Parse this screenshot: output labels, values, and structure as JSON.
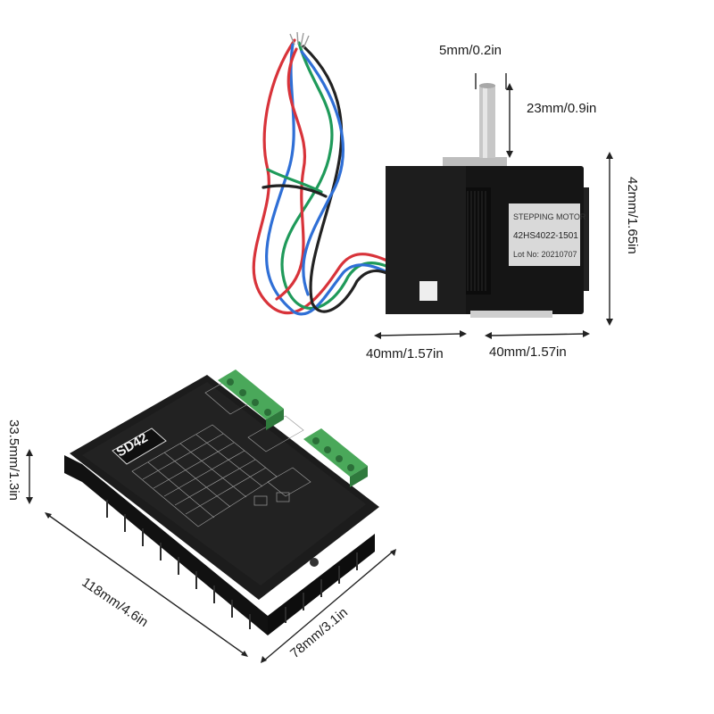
{
  "motor": {
    "label_line1": "STEPPING MOTOR",
    "label_line2": "42HS4022-1501",
    "label_line3": "Lot No: 20210707"
  },
  "driver": {
    "model": "SD42"
  },
  "dimensions": {
    "shaft_diameter": "5mm/0.2in",
    "shaft_length": "23mm/0.9in",
    "motor_height": "42mm/1.65in",
    "motor_width_left": "40mm/1.57in",
    "motor_width_right": "40mm/1.57in",
    "driver_height": "33.5mm/1.3in",
    "driver_length": "118mm/4.6in",
    "driver_width": "78mm/3.1in"
  },
  "colors": {
    "wire_red": "#d8333a",
    "wire_green": "#1f9a5a",
    "wire_blue": "#2f6fd6",
    "motor_body": "#151515",
    "terminal_green": "#4aa85a"
  }
}
